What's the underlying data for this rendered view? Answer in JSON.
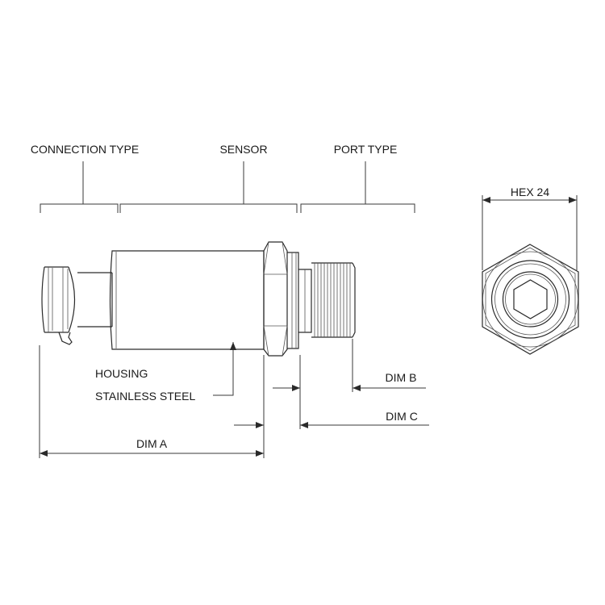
{
  "labels": {
    "connection_type": "CONNECTION TYPE",
    "sensor": "SENSOR",
    "port_type": "PORT TYPE",
    "hex": "HEX 24",
    "housing": "HOUSING",
    "material": "STAINLESS STEEL",
    "dim_a": "DIM A",
    "dim_b": "DIM B",
    "dim_c": "DIM C"
  }
}
